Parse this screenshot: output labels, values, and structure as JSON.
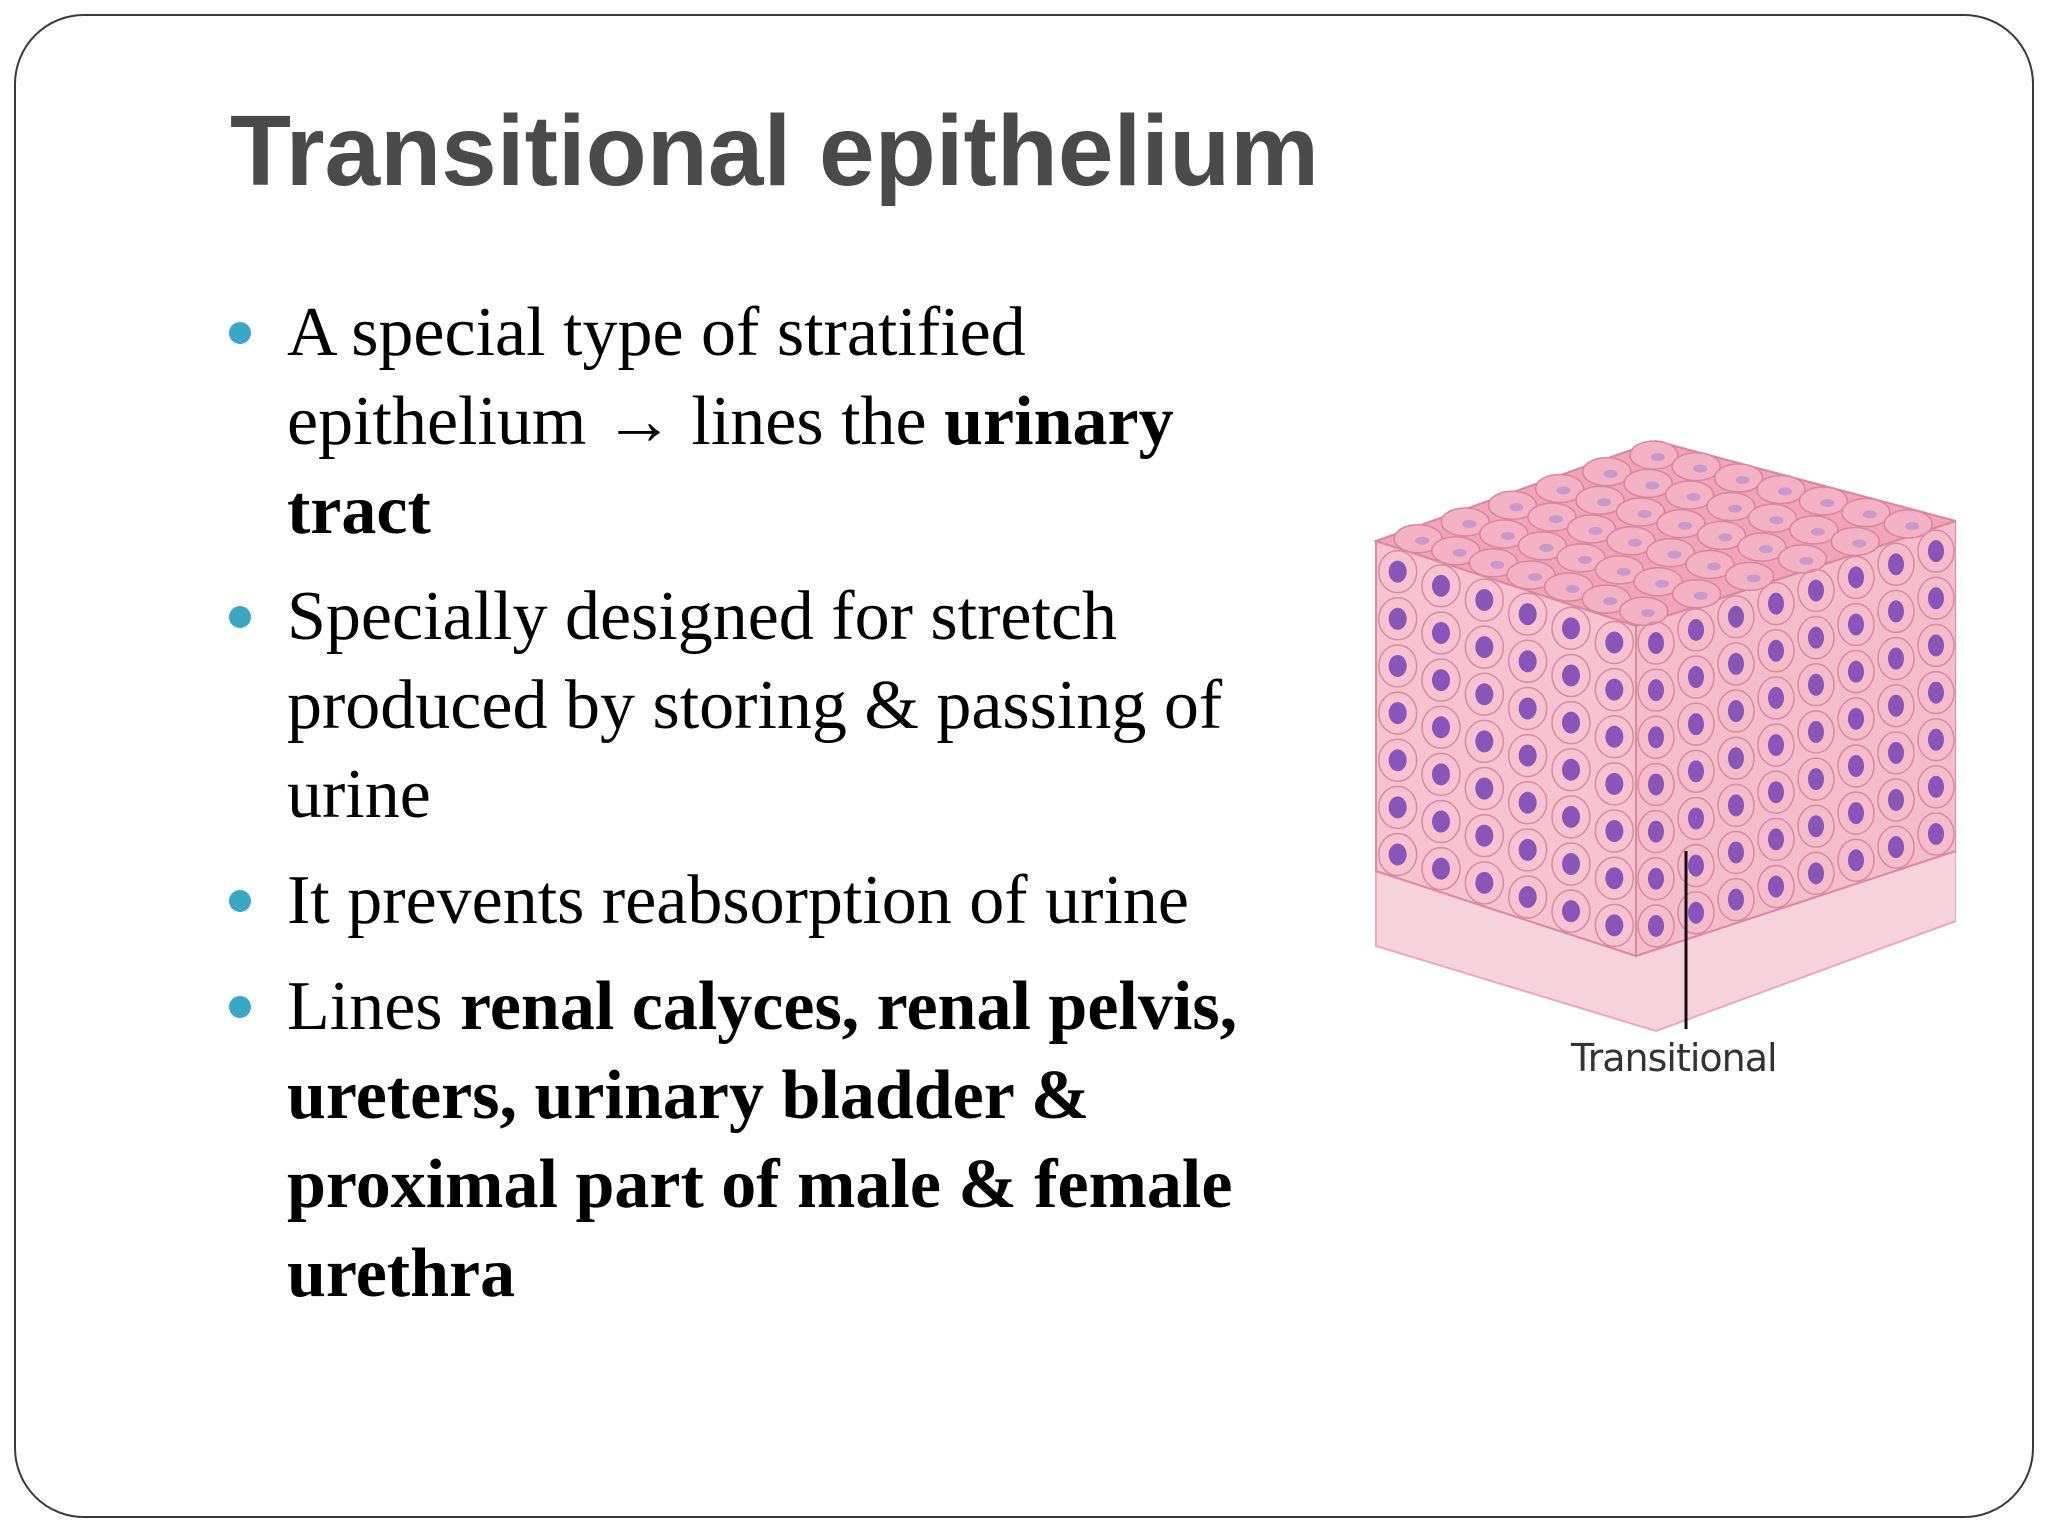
{
  "slide": {
    "title": "Transitional epithelium",
    "bullets": [
      {
        "segments": [
          {
            "text": "A special type of stratified epithelium ",
            "bold": false
          },
          {
            "text": "→",
            "bold": true
          },
          {
            "text": " lines the ",
            "bold": false
          },
          {
            "text": "urinary tract",
            "bold": true
          }
        ]
      },
      {
        "segments": [
          {
            "text": "Specially designed for stretch produced by storing & passing of urine",
            "bold": false
          }
        ]
      },
      {
        "segments": [
          {
            "text": "It prevents reabsorption of urine",
            "bold": false
          }
        ]
      },
      {
        "segments": [
          {
            "text": "Lines ",
            "bold": false
          },
          {
            "text": "renal calyces, renal pelvis, ureters, urinary bladder & proximal part of male & female urethra",
            "bold": true
          }
        ]
      }
    ],
    "figure": {
      "caption": "Transitional"
    },
    "colors": {
      "bullet": "#3aa8c4",
      "title": "#4a4a4a",
      "tissue_top": "#f2a9bf",
      "tissue_side": "#f7c6d3",
      "nucleus": "#8a55b8",
      "basement": "#f4d3dc"
    }
  }
}
